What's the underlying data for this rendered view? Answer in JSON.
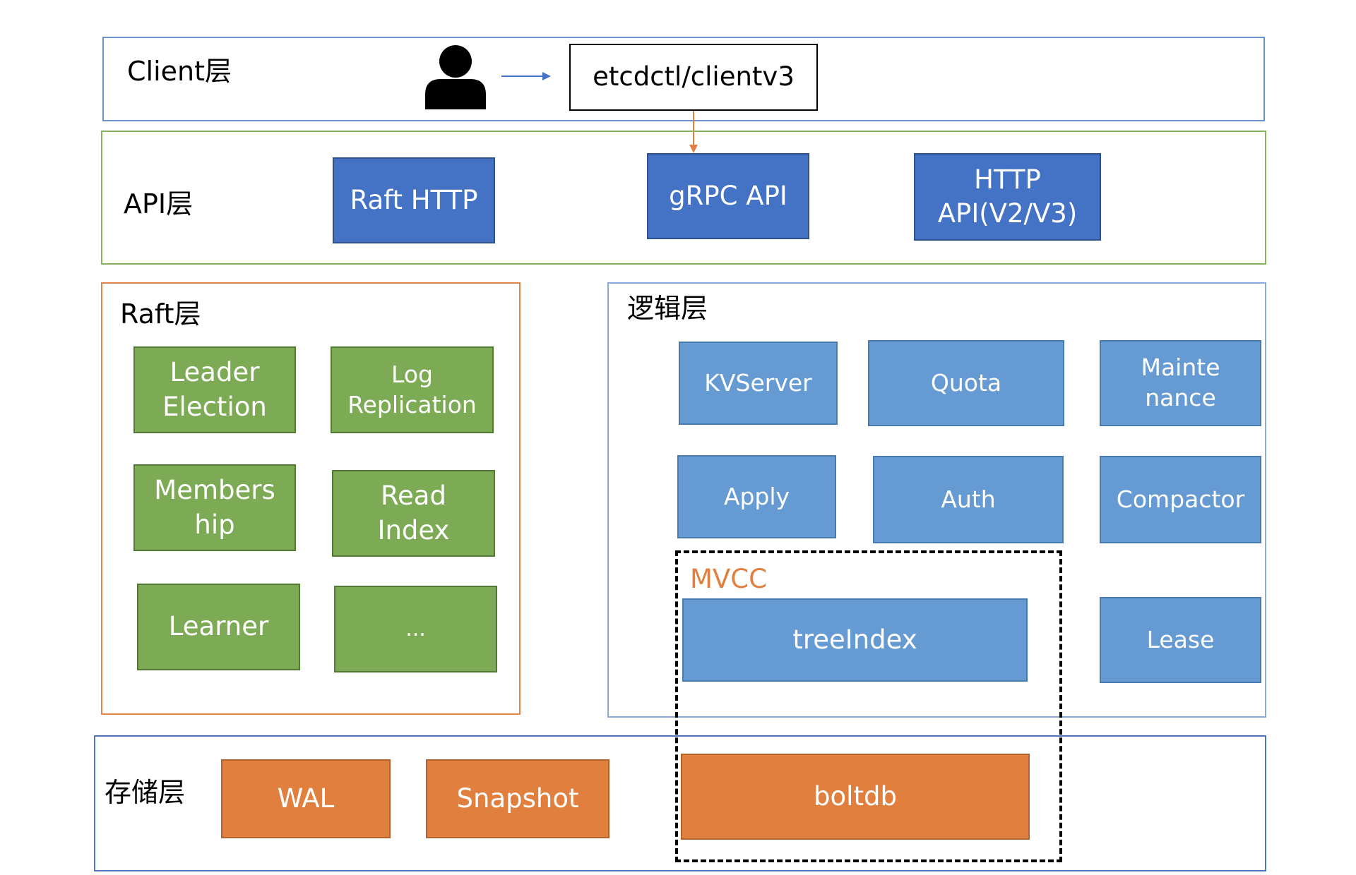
{
  "colors": {
    "api_box": "#4472c4",
    "raft_box": "#7daa55",
    "logic_box": "#659ad3",
    "storage_box": "#e07f3e",
    "client_layer_border": "#6b94cd",
    "api_layer_border": "#85b25a",
    "raft_layer_border": "#e0864a",
    "logic_layer_border": "#8aa9d8",
    "storage_layer_border": "#4f76b8",
    "mvcc_label": "#e07f3e"
  },
  "client_layer": {
    "title": "Client层",
    "user_icon": "person-icon",
    "client_box": "etcdctl/clientv3"
  },
  "api_layer": {
    "title": "API层",
    "boxes": [
      "Raft HTTP",
      "gRPC API",
      "HTTP\nAPI(V2/V3)"
    ]
  },
  "raft_layer": {
    "title": "Raft层",
    "boxes": [
      "Leader\nElection",
      "Log\nReplication",
      "Members\nhip",
      "Read\nIndex",
      "Learner",
      "..."
    ]
  },
  "logic_layer": {
    "title": "逻辑层",
    "boxes": [
      "KVServer",
      "Quota",
      "Mainte\nnance",
      "Apply",
      "Auth",
      "Compactor",
      "Lease"
    ],
    "mvcc": {
      "label": "MVCC",
      "tree_index": "treeIndex"
    }
  },
  "storage_layer": {
    "title": "存储层",
    "boxes": [
      "WAL",
      "Snapshot",
      "boltdb"
    ]
  }
}
